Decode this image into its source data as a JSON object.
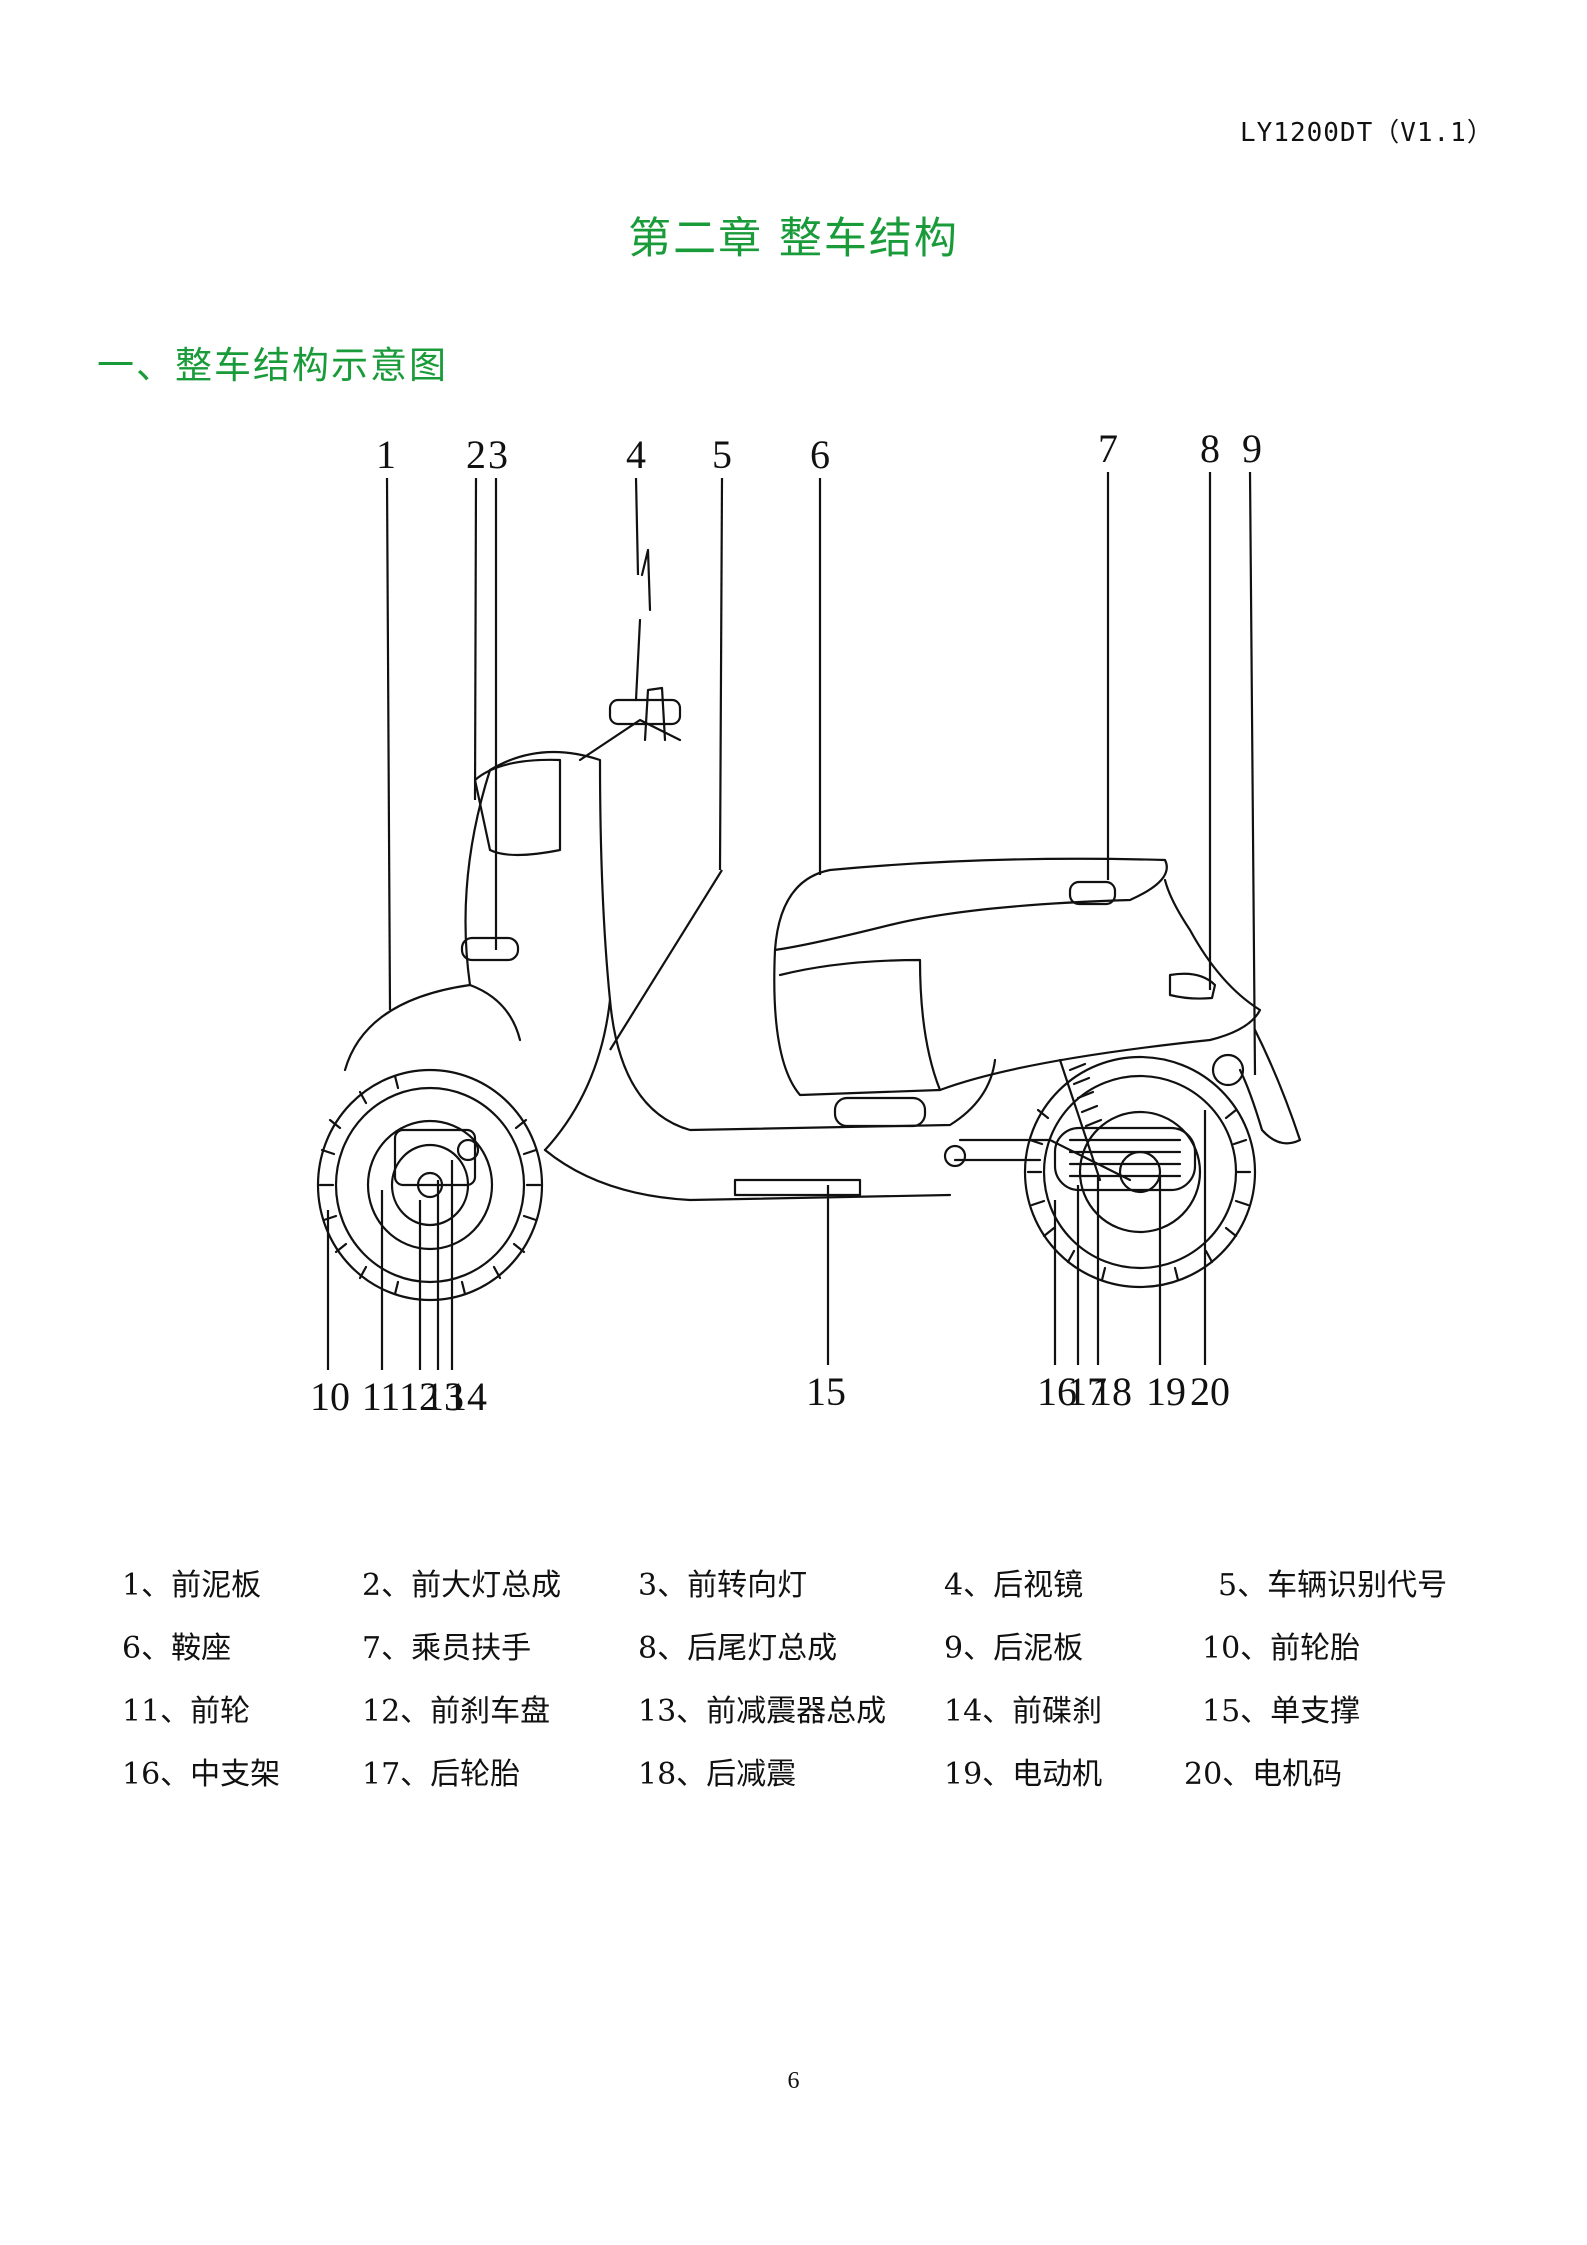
{
  "header": {
    "doc_code": "LY1200DT（V1.1）"
  },
  "chapter": {
    "title": "第二章 整车结构"
  },
  "section": {
    "title": "一、整车结构示意图"
  },
  "diagram": {
    "callouts": [
      "1",
      "2",
      "3",
      "4",
      "5",
      "6",
      "7",
      "8",
      "9",
      "10",
      "11",
      "12",
      "13",
      "14",
      "15",
      "16",
      "17",
      "18",
      "19",
      "20"
    ]
  },
  "legend": [
    "1、前泥板",
    "2、前大灯总成",
    "3、前转向灯",
    "4、后视镜",
    "5、车辆识别代号",
    "6、鞍座",
    "7、乘员扶手",
    "8、后尾灯总成",
    "9、后泥板",
    "10、前轮胎",
    "11、前轮",
    "12、前刹车盘",
    "13、前减震器总成",
    "14、前碟刹",
    "15、单支撑",
    "16、中支架",
    "17、后轮胎",
    "18、后减震",
    "19、电动机",
    "20、电机码"
  ],
  "footer": {
    "page_number": "6"
  }
}
